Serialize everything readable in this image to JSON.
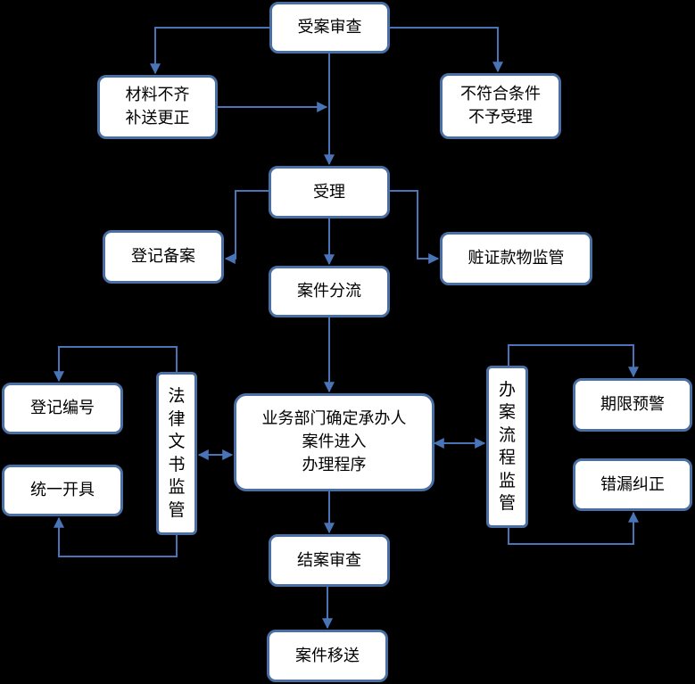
{
  "nodes": {
    "accept_review": "受案审查",
    "materials_incomplete": [
      "材料不齐",
      "补送更正"
    ],
    "not_eligible": [
      "不符合条件",
      "不予受理"
    ],
    "accept": "受理",
    "register_record": "登记备案",
    "seized_property": "赃证款物监管",
    "case_diversion": "案件分流",
    "assign_handler": [
      "业务部门确定承办人",
      "案件进入",
      "办理程序"
    ],
    "legal_doc_supervision": "法律文书监管",
    "register_number": "登记编号",
    "unified_issue": "统一开具",
    "process_supervision": "办案流程监管",
    "deadline_warning": "期限预警",
    "error_correction": "错漏纠正",
    "closing_review": "结案审查",
    "case_transfer": "案件移送"
  },
  "colors": {
    "background": "#000000",
    "box_fill": "#ffffff",
    "box_border": "#4a6fa5",
    "connector": "#4a74b8"
  }
}
